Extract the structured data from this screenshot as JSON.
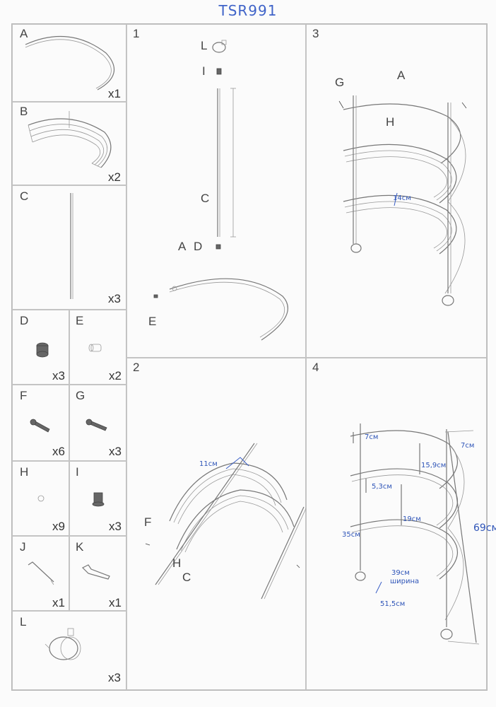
{
  "title": "TSR991",
  "parts": [
    {
      "id": "A",
      "qty": "x1"
    },
    {
      "id": "B",
      "qty": "x2"
    },
    {
      "id": "C",
      "qty": "x3"
    },
    {
      "id": "D",
      "qty": "x3"
    },
    {
      "id": "E",
      "qty": "x2"
    },
    {
      "id": "F",
      "qty": "x6"
    },
    {
      "id": "G",
      "qty": "x3"
    },
    {
      "id": "H",
      "qty": "x9"
    },
    {
      "id": "I",
      "qty": "x3"
    },
    {
      "id": "J",
      "qty": "x1"
    },
    {
      "id": "K",
      "qty": "x1"
    },
    {
      "id": "L",
      "qty": "x3"
    }
  ],
  "steps": [
    {
      "num": "1",
      "callouts": [
        "L",
        "I",
        "C",
        "A",
        "D",
        "E"
      ]
    },
    {
      "num": "2",
      "callouts": [
        "F",
        "H",
        "C"
      ]
    },
    {
      "num": "3",
      "callouts": [
        "G",
        "A",
        "H"
      ]
    },
    {
      "num": "4",
      "callouts": []
    }
  ],
  "annotations": {
    "step2_gap": "11см",
    "step3_gap": "14см",
    "step4_top": "7см",
    "step4_top_right": "7см",
    "step4_tier1": "15,9см",
    "step4_tier2": "19см",
    "step4_offset1": "5,3см",
    "step4_offset2": "35см",
    "step4_depth": "39см",
    "step4_depth_note": "ширина",
    "step4_width": "51,5см",
    "step4_height": "69см"
  }
}
